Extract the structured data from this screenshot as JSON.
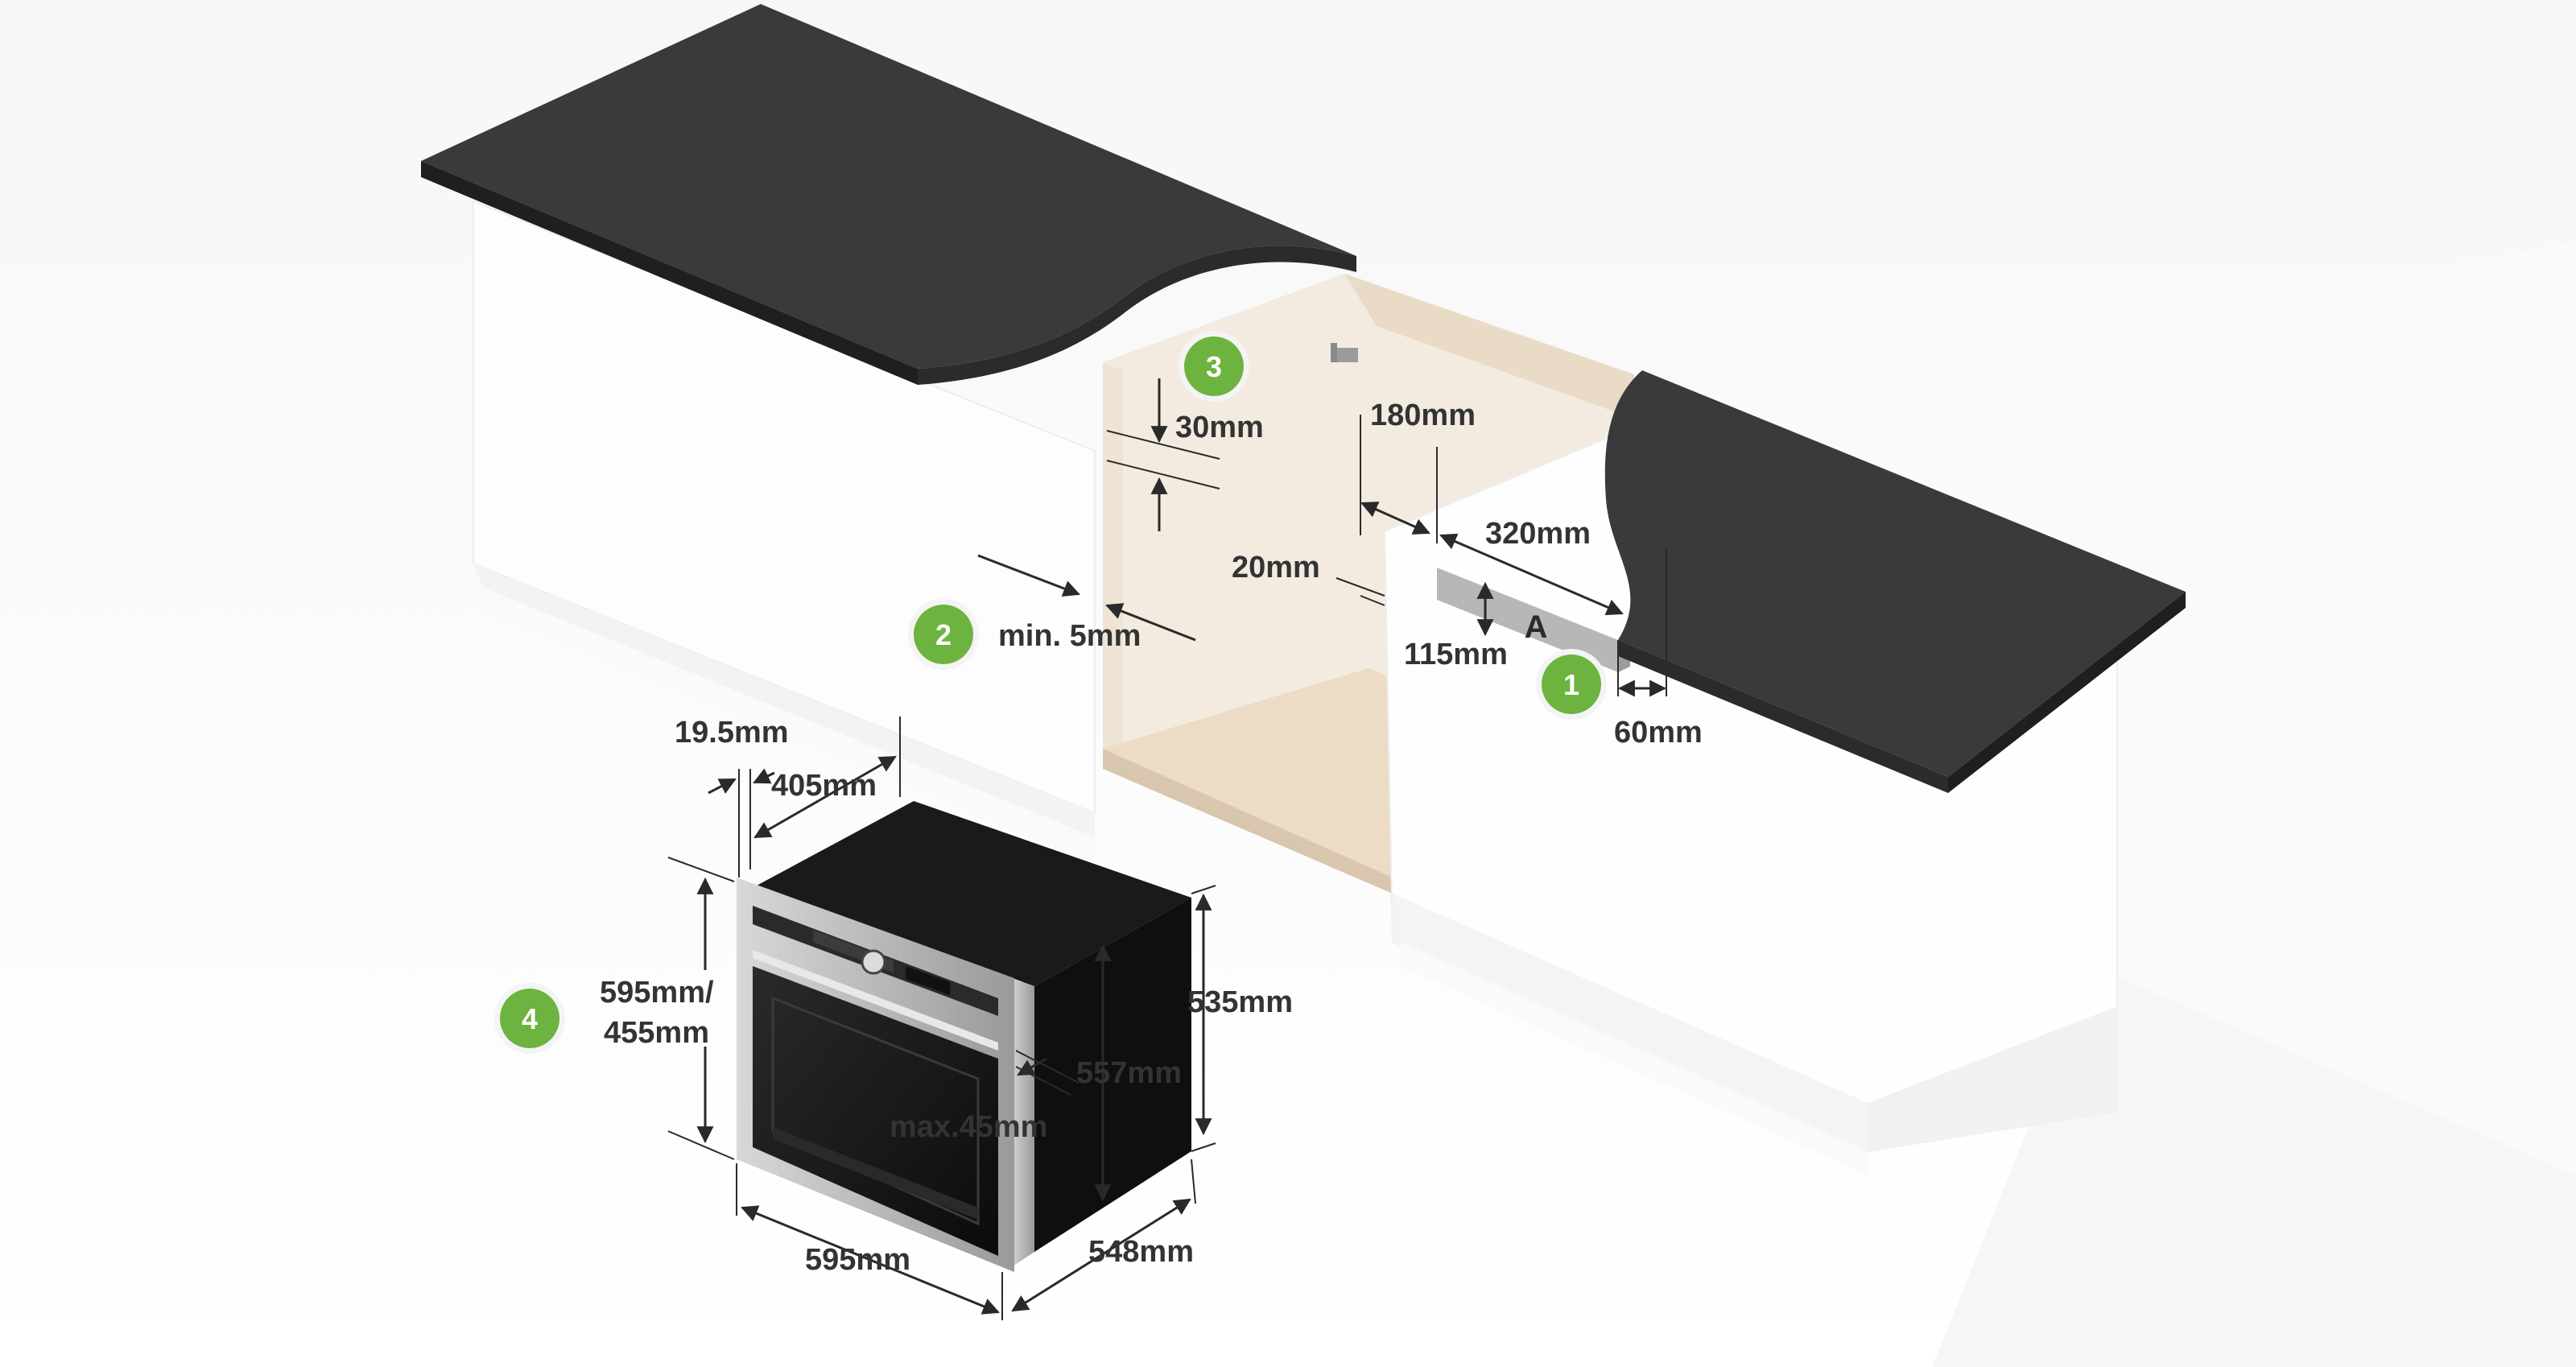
{
  "colors": {
    "background": "#ffffff",
    "countertop": "#3a3a3c",
    "cabinet_white": "#fdfdfd",
    "niche_wood": "#efe3d3",
    "badge_green": "#6db33f",
    "label_text": "#333333",
    "oven_black": "#151515",
    "oven_steel": "#c4c4c4"
  },
  "steps": [
    {
      "number": "1"
    },
    {
      "number": "2"
    },
    {
      "number": "3"
    },
    {
      "number": "4"
    }
  ],
  "dimensions": {
    "d30": "30mm",
    "d180": "180mm",
    "d320": "320mm",
    "d20": "20mm",
    "d115": "115mm",
    "d60": "60mm",
    "dmin5": "min. 5mm",
    "d19_5": "19.5mm",
    "d405": "405mm",
    "d595h_line1": "595mm/",
    "d595h_line2": "455mm",
    "d535": "535mm",
    "d557": "557mm",
    "dmax45": "max.45mm",
    "d595w": "595mm",
    "d548": "548mm"
  },
  "zone_label": "A",
  "icons": [
    "oven-icon",
    "cabinet-icon",
    "countertop-icon",
    "arrow-icon"
  ]
}
